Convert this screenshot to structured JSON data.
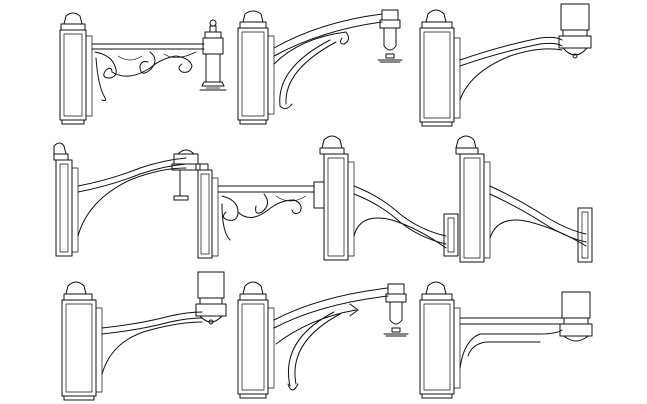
{
  "drawing": {
    "background": "#ffffff",
    "line_color": "#111111",
    "rows": [
      {
        "row": 1,
        "items": [
          {
            "id": "bracket-1",
            "style": "scroll-bracket",
            "end": "finial-post"
          },
          {
            "id": "bracket-2",
            "style": "swan-neck",
            "end": "pendant-cap"
          },
          {
            "id": "bracket-3",
            "style": "sweep-arm",
            "end": "lantern-cap"
          }
        ]
      },
      {
        "row": 2,
        "items": [
          {
            "id": "bracket-4",
            "style": "sweep-arm-clipped",
            "end": "lantern-cap"
          },
          {
            "id": "bracket-5",
            "style": "scroll-bracket-clipped",
            "end": "none"
          },
          {
            "id": "bracket-6",
            "style": "long-sweep-arm",
            "end": "cap-block"
          },
          {
            "id": "bracket-7",
            "style": "long-sweep-arm",
            "end": "cap-block"
          }
        ]
      },
      {
        "row": 3,
        "items": [
          {
            "id": "bracket-8",
            "style": "sweep-arm",
            "end": "lantern-cap"
          },
          {
            "id": "bracket-9",
            "style": "swan-neck-braced",
            "end": "pendant-cap"
          },
          {
            "id": "bracket-10",
            "style": "stepped-arm",
            "end": "lantern-cap"
          }
        ]
      }
    ]
  }
}
